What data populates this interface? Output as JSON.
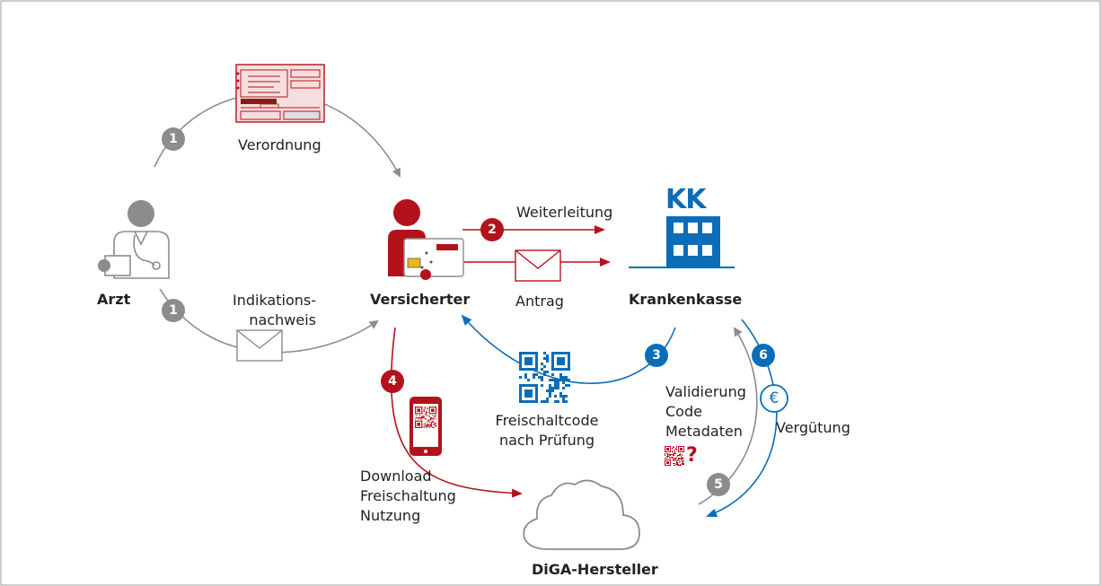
{
  "actors": {
    "arzt": "Arzt",
    "versicherter": "Versicherter",
    "krankenkasse": "Krankenkasse",
    "hersteller": "DiGA-Hersteller",
    "kk_logo": "KK"
  },
  "steps": {
    "verordnung": "Verordnung",
    "indikationsnachweis": "Indikations-\nnachweis",
    "weiterleitung": "Weiterleitung",
    "antrag": "Antrag",
    "freischaltcode": "Freischaltcode\nnach Prüfung",
    "download": "Download\nFreischaltung\nNutzung",
    "validierung": "Validierung\nCode\nMetadaten",
    "verguetung": "Vergütung"
  },
  "badges": {
    "b1a": "1",
    "b1b": "1",
    "b2": "2",
    "b3": "3",
    "b4": "4",
    "b5": "5",
    "b6": "6"
  },
  "symbols": {
    "euro": "€",
    "question": "?"
  },
  "colors": {
    "grey": "#8c8c8c",
    "red": "#b4121b",
    "blue": "#0b6db7"
  }
}
